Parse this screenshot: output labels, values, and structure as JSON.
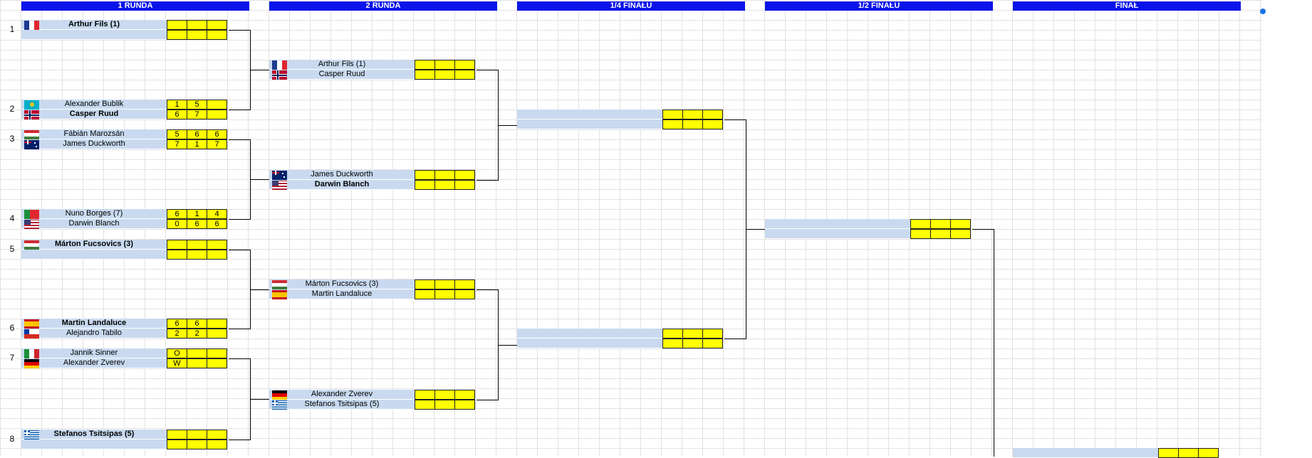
{
  "headers": [
    "1 RUNDA",
    "2 RUNDA",
    "1/4 FINAŁU",
    "1/2 FINAŁU",
    "FINAŁ"
  ],
  "seeds": [
    "1",
    "2",
    "3",
    "4",
    "5",
    "6",
    "7",
    "8"
  ],
  "round1": [
    {
      "seed": "1",
      "players": [
        {
          "name": "Arthur Fils (1)",
          "flag": "france",
          "winner": true,
          "scores": [
            "",
            "",
            ""
          ]
        },
        {
          "name": "",
          "flag": "",
          "winner": false,
          "scores": [
            "",
            "",
            ""
          ]
        }
      ]
    },
    {
      "seed": "2",
      "players": [
        {
          "name": "Alexander Bublik",
          "flag": "kazakhstan",
          "winner": false,
          "scores": [
            "1",
            "5",
            ""
          ]
        },
        {
          "name": "Casper Ruud",
          "flag": "norway",
          "winner": true,
          "scores": [
            "6",
            "7",
            ""
          ]
        }
      ]
    },
    {
      "seed": "3",
      "players": [
        {
          "name": "Fábián Marozsán",
          "flag": "hungary",
          "winner": false,
          "scores": [
            "5",
            "6",
            "6"
          ]
        },
        {
          "name": "James Duckworth",
          "flag": "australia",
          "winner": false,
          "scores": [
            "7",
            "1",
            "7"
          ]
        }
      ]
    },
    {
      "seed": "4",
      "players": [
        {
          "name": "Nuno Borges (7)",
          "flag": "portugal",
          "winner": false,
          "scores": [
            "6",
            "1",
            "4"
          ]
        },
        {
          "name": "Darwin Blanch",
          "flag": "usa",
          "winner": false,
          "scores": [
            "0",
            "6",
            "6"
          ]
        }
      ]
    },
    {
      "seed": "5",
      "players": [
        {
          "name": "Márton Fucsovics (3)",
          "flag": "hungary",
          "winner": true,
          "scores": [
            "",
            "",
            ""
          ]
        },
        {
          "name": "",
          "flag": "",
          "winner": false,
          "scores": [
            "",
            "",
            ""
          ]
        }
      ]
    },
    {
      "seed": "6",
      "players": [
        {
          "name": "Martin Landaluce",
          "flag": "spain",
          "winner": true,
          "scores": [
            "6",
            "6",
            ""
          ]
        },
        {
          "name": "Alejandro Tabilo",
          "flag": "chile",
          "winner": false,
          "scores": [
            "2",
            "2",
            ""
          ]
        }
      ]
    },
    {
      "seed": "7",
      "players": [
        {
          "name": "Jannik Sinner",
          "flag": "italy",
          "winner": false,
          "scores": [
            "O",
            "",
            ""
          ]
        },
        {
          "name": "Alexander Zverev",
          "flag": "germany",
          "winner": false,
          "scores": [
            "W",
            "",
            ""
          ]
        }
      ]
    },
    {
      "seed": "8",
      "players": [
        {
          "name": "Stefanos Tsitsipas (5)",
          "flag": "greece",
          "winner": true,
          "scores": [
            "",
            "",
            ""
          ]
        },
        {
          "name": "",
          "flag": "",
          "winner": false,
          "scores": [
            "",
            "",
            ""
          ]
        }
      ]
    }
  ],
  "round2": [
    {
      "players": [
        {
          "name": "Arthur Fils (1)",
          "flag": "france",
          "winner": false,
          "scores": [
            "",
            "",
            ""
          ]
        },
        {
          "name": "Casper Ruud",
          "flag": "norway",
          "winner": false,
          "scores": [
            "",
            "",
            ""
          ]
        }
      ]
    },
    {
      "players": [
        {
          "name": "James Duckworth",
          "flag": "australia",
          "winner": false,
          "scores": [
            "",
            "",
            ""
          ]
        },
        {
          "name": "Darwin Blanch",
          "flag": "usa",
          "winner": true,
          "scores": [
            "",
            "",
            ""
          ]
        }
      ]
    },
    {
      "players": [
        {
          "name": "Márton Fucsovics (3)",
          "flag": "hungary",
          "winner": false,
          "scores": [
            "",
            "",
            ""
          ]
        },
        {
          "name": "Martin Landaluce",
          "flag": "spain",
          "winner": false,
          "scores": [
            "",
            "",
            ""
          ]
        }
      ]
    },
    {
      "players": [
        {
          "name": "Alexander Zverev",
          "flag": "germany",
          "winner": false,
          "scores": [
            "",
            "",
            ""
          ]
        },
        {
          "name": "Stefanos Tsitsipas (5)",
          "flag": "greece",
          "winner": false,
          "scores": [
            "",
            "",
            ""
          ]
        }
      ]
    }
  ],
  "quarterfinals": [
    {
      "players": [
        {
          "name": "",
          "flag": "",
          "winner": false,
          "scores": [
            "",
            "",
            ""
          ]
        },
        {
          "name": "",
          "flag": "",
          "winner": false,
          "scores": [
            "",
            "",
            ""
          ]
        }
      ]
    },
    {
      "players": [
        {
          "name": "",
          "flag": "",
          "winner": false,
          "scores": [
            "",
            "",
            ""
          ]
        },
        {
          "name": "",
          "flag": "",
          "winner": false,
          "scores": [
            "",
            "",
            ""
          ]
        }
      ]
    }
  ],
  "semifinal": [
    {
      "players": [
        {
          "name": "",
          "flag": "",
          "winner": false,
          "scores": [
            "",
            "",
            ""
          ]
        },
        {
          "name": "",
          "flag": "",
          "winner": false,
          "scores": [
            "",
            "",
            ""
          ]
        }
      ]
    }
  ],
  "final": [
    {
      "players": [
        {
          "name": "",
          "flag": "",
          "winner": false,
          "scores": [
            "",
            "",
            ""
          ]
        }
      ]
    }
  ],
  "colors": {
    "header": "#0a14e8",
    "name_cell": "#c9daf0",
    "score_cell": "#ffff00",
    "selection": "#1a73e8"
  }
}
